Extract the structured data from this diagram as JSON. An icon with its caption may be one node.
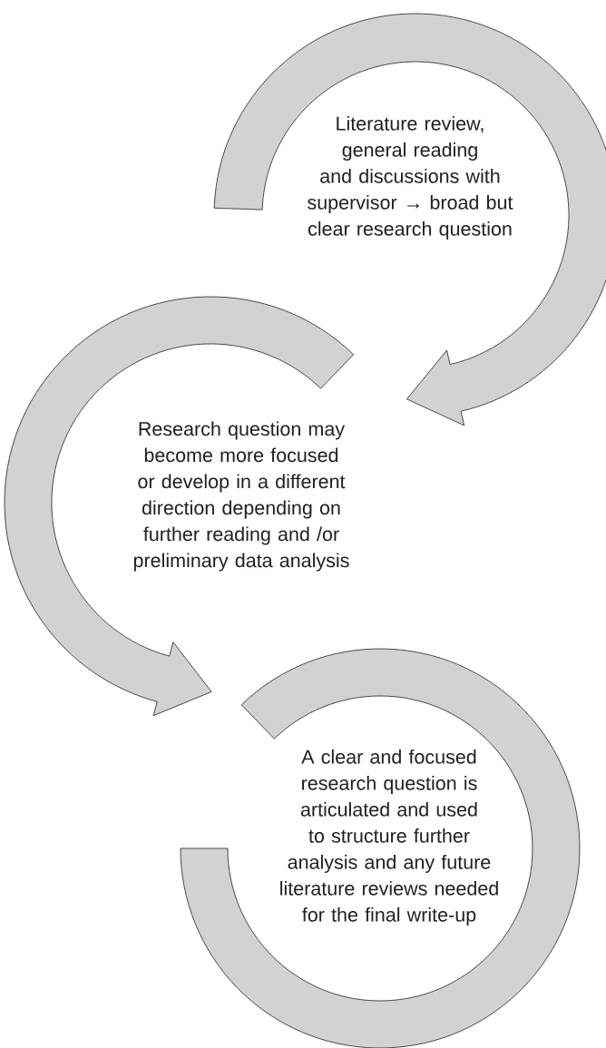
{
  "diagram": {
    "nodes": [
      {
        "text": [
          "Literature review, general reading and discussions with supervisor → broad but clear research question"
        ]
      },
      {
        "text": [
          "Research question may become more focused or develop in a different direction depending on further reading and /or preliminary data analysis"
        ]
      },
      {
        "text": [
          "A clear and focused research question is articulated and used to structure further analysis and any future literature reviews needed for the final write-up"
        ]
      }
    ],
    "edges": [
      {
        "from": 0,
        "to": 1,
        "arrow": "to"
      },
      {
        "from": 1,
        "to": 2,
        "arrow": "to"
      }
    ]
  }
}
